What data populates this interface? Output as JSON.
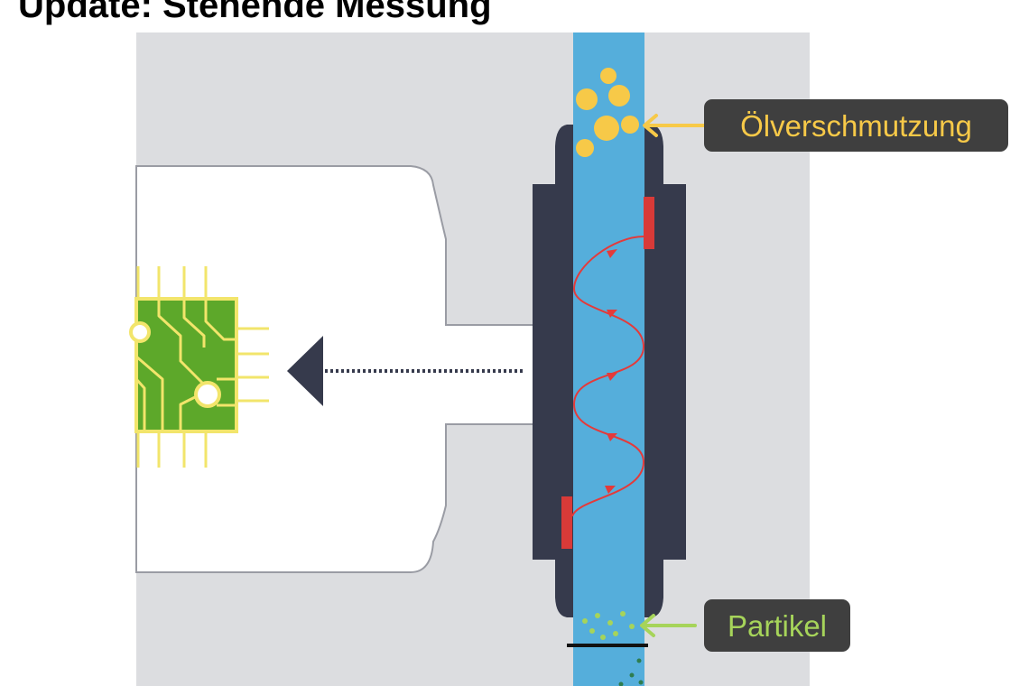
{
  "title": "Update: Stehende Messung",
  "labels": {
    "oil": "Ölverschmutzung",
    "particle": "Partikel"
  },
  "colors": {
    "background_panel": "#dcdde0",
    "fluid_channel": "#55aedb",
    "sensor_housing": "#363a4c",
    "electrode": "#d83a38",
    "wave": "#e43a3a",
    "oil_droplets": "#f7c948",
    "particles": "#a6d45a",
    "circuit_board": "#5da82a",
    "circuit_traces": "#f2e56b",
    "label_bg": "#3f3f3f",
    "oil_label_text": "#f7c948",
    "particle_label_text": "#a6d45a",
    "arrow": "#363a4c"
  },
  "icons": {
    "chip": "circuit-chip-icon",
    "signal_arrow": "arrow-left-icon"
  }
}
